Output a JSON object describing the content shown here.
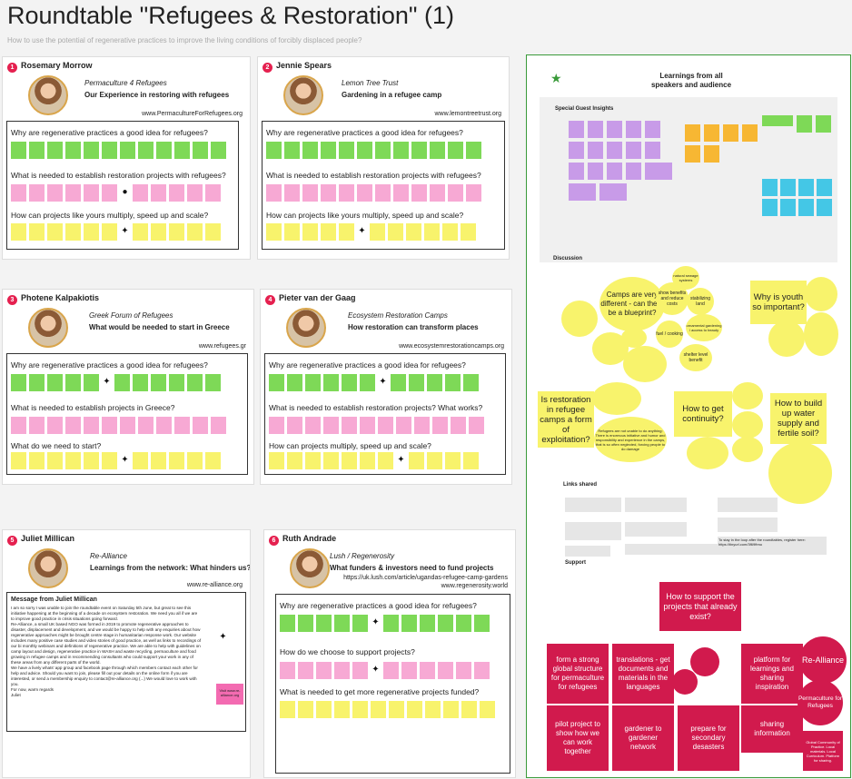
{
  "page": {
    "title": "Roundtable \"Refugees & Restoration\" (1)",
    "subtitle": "How to use the potential of regenerative practices to improve the living conditions of forcibly displaced people?"
  },
  "cards": [
    {
      "num": "1",
      "speaker": "Rosemary Morrow",
      "org": "Permaculture 4 Refugees",
      "talk": "Our Experience in restoring with refugees",
      "url": "www.PermacultureForRefugees.org",
      "q1": "Why are regenerative practices a good idea for refugees?",
      "q2": "What is needed to establish restoration projects with refugees?",
      "q3": "How can projects like yours multiply, speed up and scale?"
    },
    {
      "num": "2",
      "speaker": "Jennie Spears",
      "org": "Lemon Tree Trust",
      "talk": "Gardening in a refugee camp",
      "url": "www.lemontreetrust.org",
      "q1": "Why are regenerative practices a good idea for refugees?",
      "q2": "What is needed to establish restoration projects with refugees?",
      "q3": "How can projects like yours multiply, speed up and scale?"
    },
    {
      "num": "3",
      "speaker": "Photene Kalpakiotis",
      "org": "Greek Forum of Refugees",
      "talk": "What would be needed to start in Greece",
      "url": "www.refugees.gr",
      "q1": "Why are regenerative practices a good idea for refugees?",
      "q2": "What is needed to establish projects in Greece?",
      "q3": "What do we need to start?"
    },
    {
      "num": "4",
      "speaker": "Pieter van der Gaag",
      "org": "Ecosystem Restoration Camps",
      "talk": "How restoration can transform places",
      "url": "www.ecosystemrestorationcamps.org",
      "q1": "Why are regenerative practices a good idea for refugees?",
      "q2": "What is needed to establish restoration projects? What works?",
      "q3": "How can projects multiply, speed up and scale?"
    },
    {
      "num": "5",
      "speaker": "Juliet Millican",
      "org": "Re-Alliance",
      "talk": "Learnings from the network: What hinders us?",
      "url": "www.re-alliance.org",
      "message_title": "Message from Juliet Millican",
      "message_body": "I am so sorry I was unable to join the roundtable event on Saturday 5th June, but great to see this initiative happening at the beginning of a decade on ecosystem restoration. We need you all if we are to improve good practice in crisis situations going forward.\nRe-Alliance, a small UK based NGO was formed in 2019 to promote regenerative approaches to disaster, displacement and development, and we would be happy to help with any enquiries about how regenerative approaches might be brought centre stage in humanitarian response work. Our website includes many positive case studies and video stories of good practice, as well as links to recordings of our bi monthly webinars and definitions of regenerative practice. We are able to help with guidelines on camp layout and design, regenerative practice in WASH and waste recycling, permaculture and food growing in refugee camps and in recommending consultants who could support your work in any of these areas from any different parts of the world.\nWe have a lively whats' app group and facebook page through which members contact each other for help and advice. Should you want to join, please fill out your details on the online form if you are interested, or send a membership enquiry to contact@re-alliance.org (...) We would love to work with you.\nFor now, warm regards\nJuliet",
      "visit": "Visit www.re-alliance.org"
    },
    {
      "num": "6",
      "speaker": "Ruth Andrade",
      "org": "Lush / Regenerosity",
      "talk": "What funders & investors need to fund projects",
      "url1": "https://uk.lush.com/article/ugandas-refugee-camp-gardens",
      "url": "www.regenerosity.world",
      "q1": "Why are regenerative practices a good idea for refugees?",
      "q2": "How do we choose to support projects?",
      "q3": "What is needed to get more regenerative projects funded?"
    }
  ],
  "right": {
    "learnings": "Learnings from all speakers and audience",
    "special": "Special Guest Insights",
    "discussion": "Discussion",
    "links": "Links shared",
    "support": "Support",
    "d_camps": "Camps are very different - can there be a blueprint?",
    "d_youth": "Why is youth so important?",
    "d_exploit": "Is restoration in refugee camps a form of exploitation?",
    "d_continuity": "How to get continuity?",
    "d_water": "How to build up water supply and fertile soil?",
    "d_refugees_not": "Refugees are not unable to do anything: There is enormous initiative and humor and responsibility and experience in the camps, that is so often neglected, forcing people to do damage",
    "d_show": "show benefits and reduce costs",
    "d_stab": "stabilizing land",
    "d_natural": "natural sewage systems",
    "d_orna": "ornamental gardening / access to beauty",
    "d_fuel": "fuel / cooking",
    "d_shelter": "shelter level benefit",
    "stay_in_loop": "To stay in the loop after the roundtables, register here:",
    "stay_link": "https://tinyurl.com/3f69ftmu",
    "s_how": "How to support the projects that already exist?",
    "s_global": "form a strong global structure for permaculture for refugees",
    "s_trans": "translations - get documents and materials in the languages",
    "s_platform": "platform for learnings and sharing inspiration",
    "s_realliance": "Re-Alliance",
    "s_p4r": "Permaculture for Refugees",
    "s_pilot": "pilot project to show how we can work together",
    "s_g2g": "gardener to gardener network",
    "s_prep": "prepare for secondary desasters",
    "s_sharing": "sharing information",
    "s_global_comm": "Global Community of Practice. Local materials. Local Curriculum. Platform for sharing."
  },
  "colors": {
    "accent": "#e5204f",
    "green": "#7ed957",
    "pink": "#f7a9d4",
    "yellow": "#f8f36c",
    "support_red": "#d11a4d",
    "frame_green": "#3a9a3a"
  }
}
